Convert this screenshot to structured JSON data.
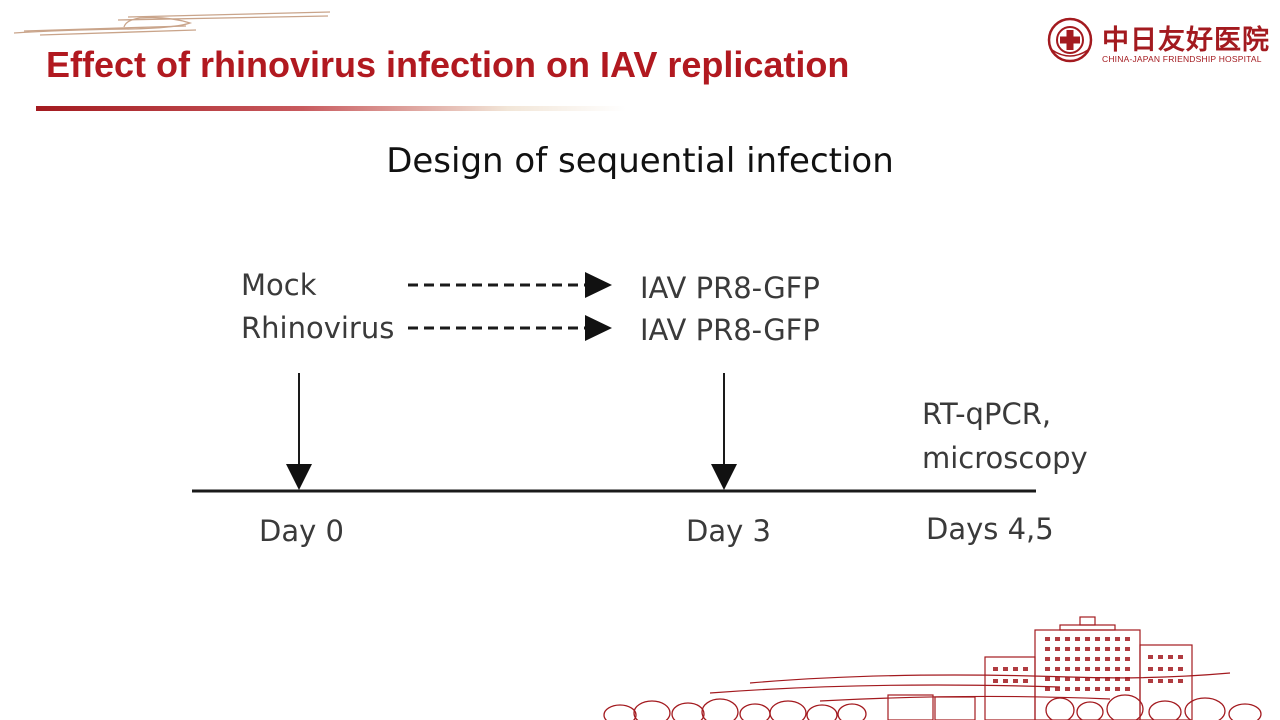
{
  "slide": {
    "title": "Effect of rhinovirus infection on IAV replication",
    "subtitle": "Design of sequential infection"
  },
  "logo": {
    "name_cn": "中日友好医院",
    "name_en": "CHINA-JAPAN FRIENDSHIP HOSPITAL",
    "color": "#a31a1f"
  },
  "diagram": {
    "groups": [
      {
        "label": "Mock",
        "target": "IAV PR8-GFP"
      },
      {
        "label": "Rhinovirus",
        "target": "IAV PR8-GFP"
      }
    ],
    "readout": [
      "RT-qPCR,",
      "microscopy"
    ],
    "timeline": [
      "Day 0",
      "Day 3",
      "Days 4,5"
    ]
  },
  "colors": {
    "accent": "#b11920",
    "text": "#3a3a3a"
  }
}
